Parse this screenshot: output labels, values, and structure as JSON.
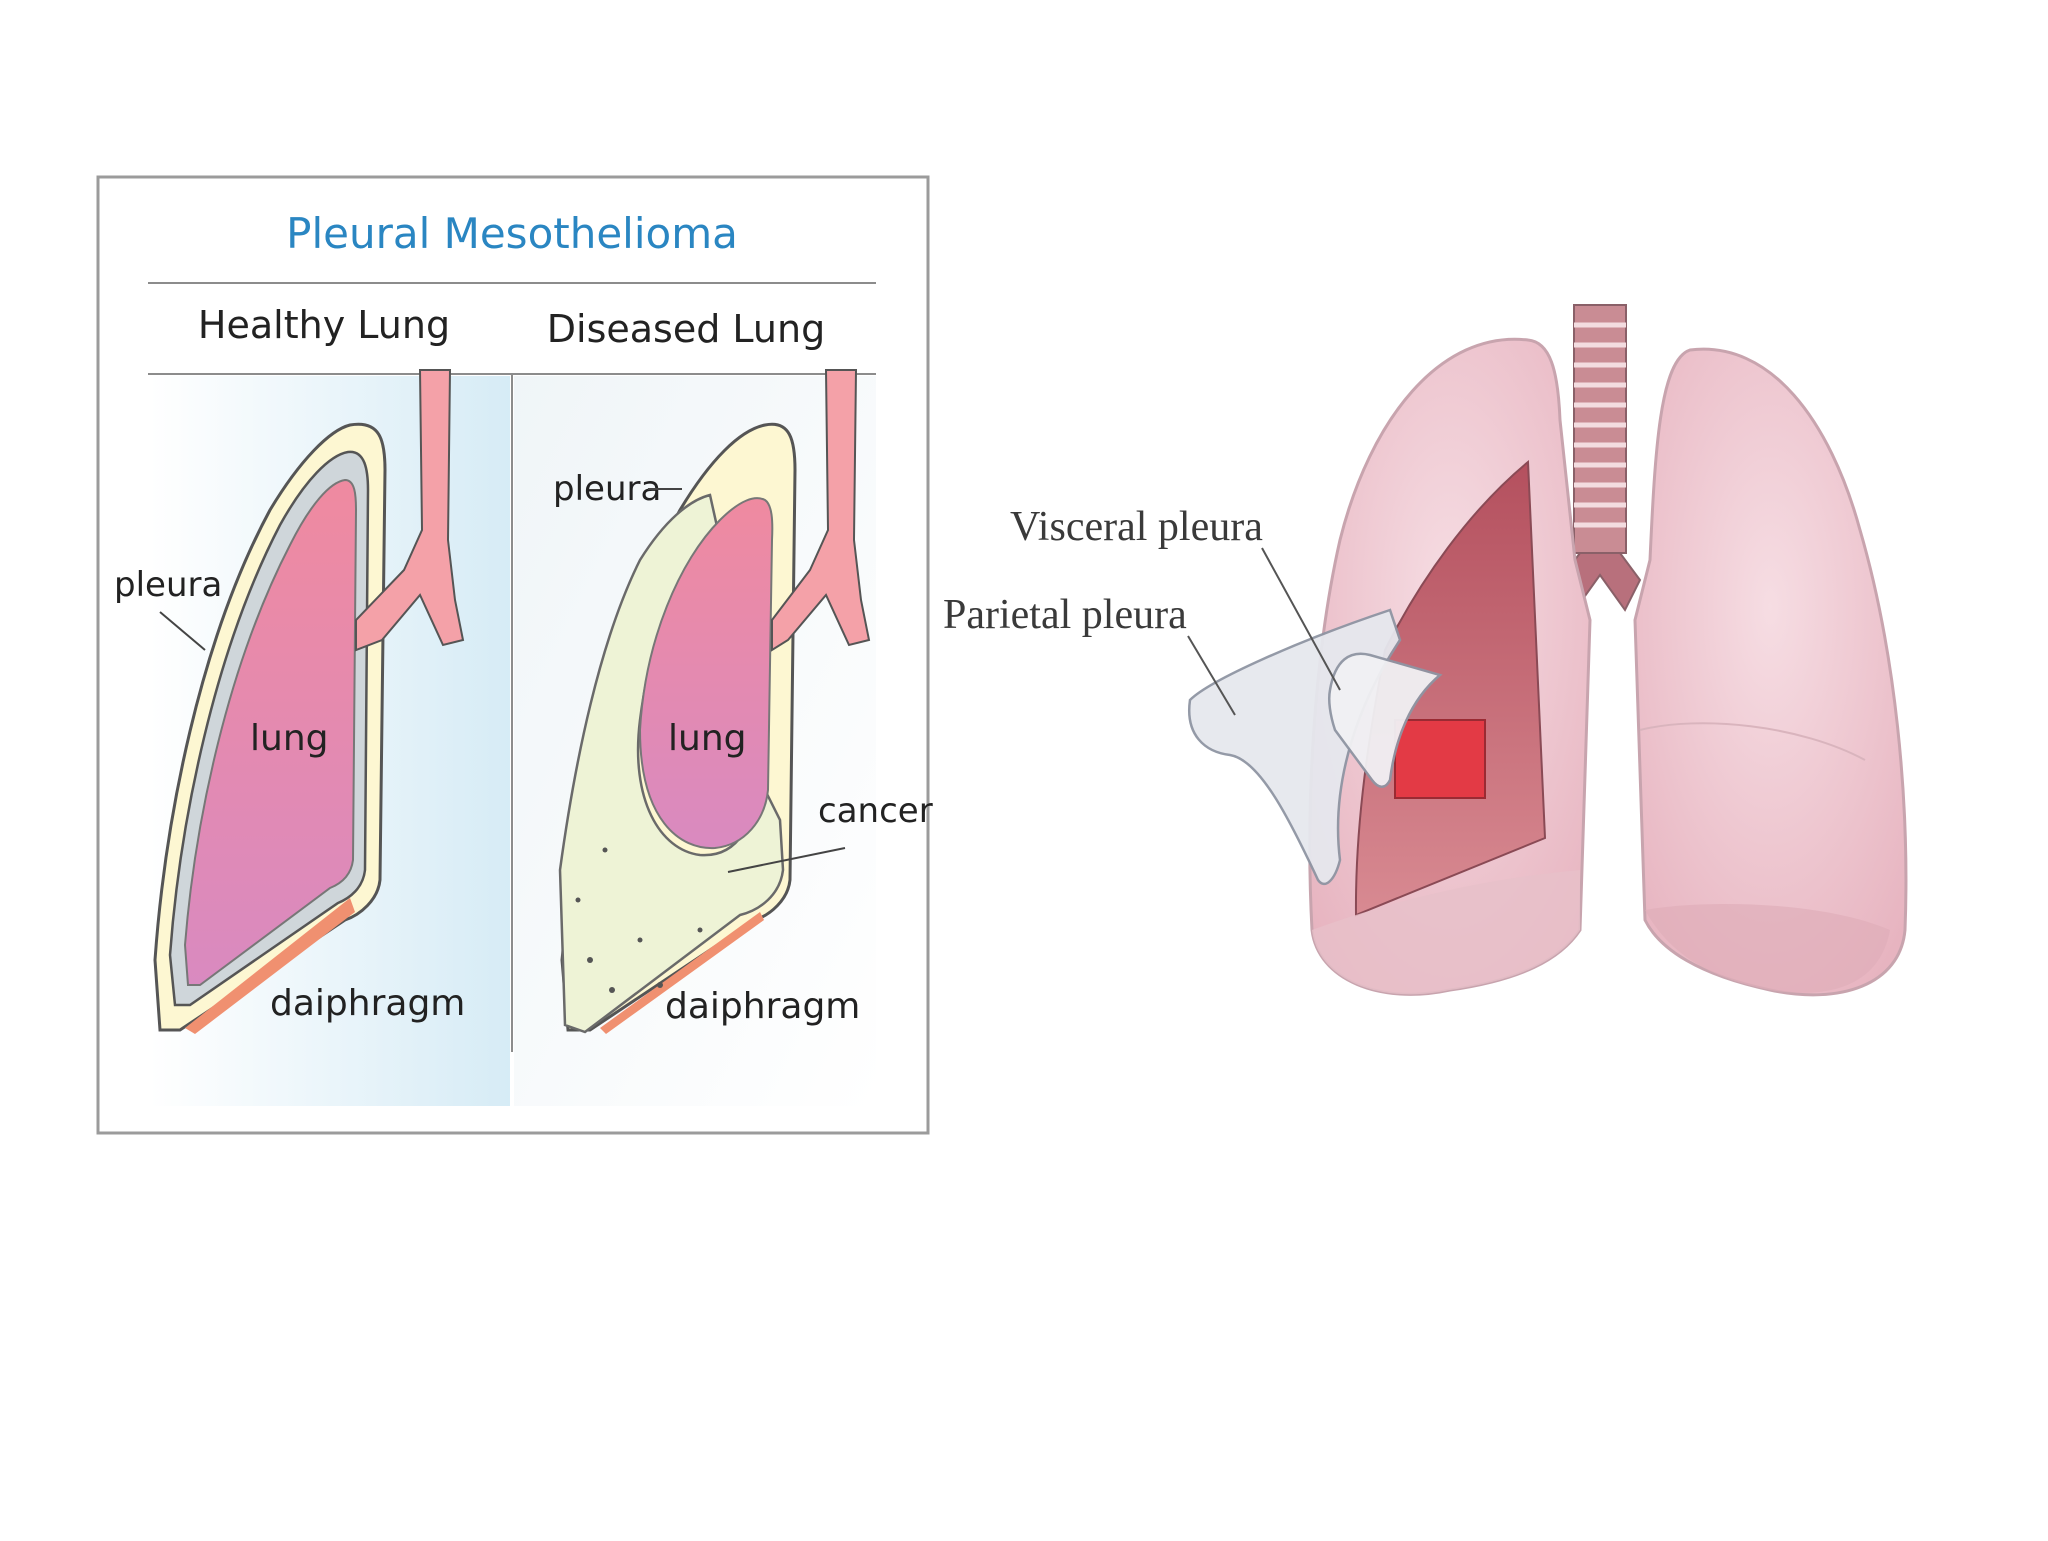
{
  "left_figure": {
    "title": "Pleural Mesothelioma",
    "healthy": {
      "heading": "Healthy Lung",
      "pleura_label": "pleura",
      "lung_label": "lung",
      "diaphragm_label": "daiphragm"
    },
    "diseased": {
      "heading": "Diseased Lung",
      "pleura_label": "pleura",
      "lung_label": "lung",
      "cancer_label": "cancer",
      "diaphragm_label": "daiphragm"
    },
    "colors": {
      "title": "#2a86c2",
      "border": "#9b9b9b",
      "lung": "#e98aa6",
      "background_tint": "#cfe8f4",
      "diaphragm": "#f09070",
      "cancer": "#eef3d6"
    }
  },
  "right_figure": {
    "visceral_label": "Visceral pleura",
    "parietal_label": "Parietal pleura",
    "colors": {
      "lung": "#f0c8d2",
      "exposed_tissue": "#c65868",
      "trachea": "#c98c94"
    }
  }
}
